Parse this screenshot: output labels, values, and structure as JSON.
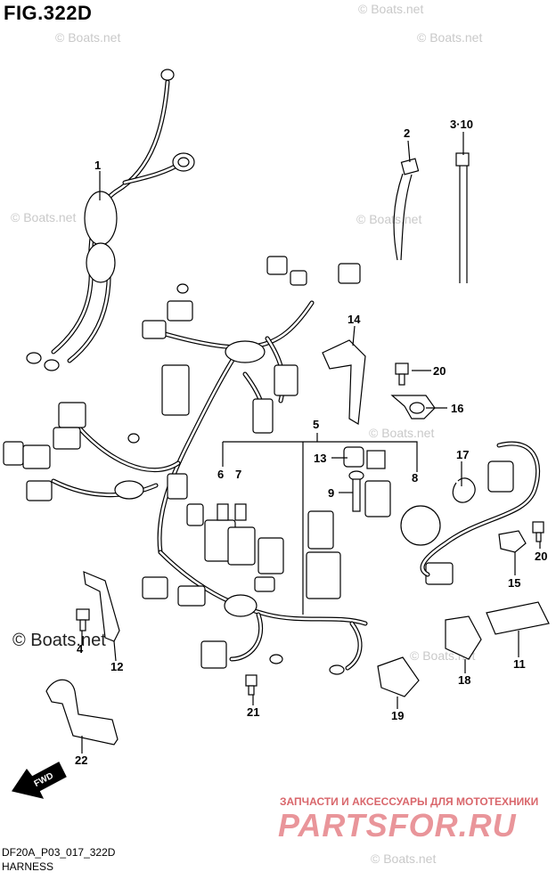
{
  "header": {
    "figure_title": "FIG.322D"
  },
  "watermarks": {
    "site": "© Boats.net",
    "primary": "© Boats.net"
  },
  "promo": {
    "tagline": "ЗАПЧАСТИ И АКСЕССУАРЫ ДЛЯ МОТОТЕХНИКИ",
    "brand": "PARTSFOR.RU"
  },
  "footer": {
    "diagram_code": "DF20A_P03_017_322D",
    "diagram_name": "HARNESS"
  },
  "fwd_label": "FWD",
  "callouts": [
    "1",
    "2",
    "3·10",
    "14",
    "20",
    "16",
    "5",
    "13",
    "9",
    "6",
    "7",
    "8",
    "17",
    "20",
    "15",
    "4",
    "12",
    "18",
    "11",
    "21",
    "19",
    "22"
  ]
}
